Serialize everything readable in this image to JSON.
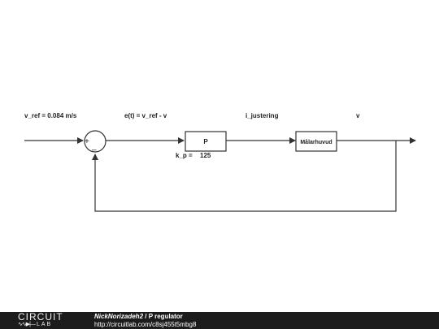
{
  "diagram": {
    "labels": {
      "v_ref": "v_ref = 0.084 m/s",
      "error": "e(t) = v_ref - v",
      "i_justering": "i_justering",
      "v": "v",
      "k_p_label": "k_p =",
      "k_p_value": "125"
    },
    "summing_junction": {
      "plus": "+",
      "minus": "_"
    },
    "blocks": {
      "controller": "P",
      "plant": "Målarhuvud"
    },
    "colors": {
      "line": "#333333",
      "block_fill": "#ffffff"
    }
  },
  "footer": {
    "logo_top": "CIRCUIT",
    "logo_symbol": "∿∿▶|—",
    "logo_bottom": "LAB",
    "author": "NickNorizadeh2",
    "separator": " / ",
    "title": "P regulator",
    "url": "http://circuitlab.com/c8sj455t5mbg8",
    "background": "#1c1c1c"
  }
}
